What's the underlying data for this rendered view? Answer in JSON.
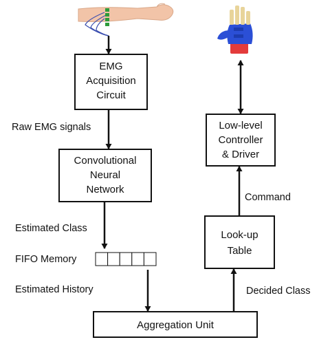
{
  "blocks": {
    "emg_circuit": {
      "lines": [
        "EMG",
        "Acquisition",
        "Circuit"
      ]
    },
    "cnn": {
      "lines": [
        "Convolutional",
        "Neural",
        "Network"
      ]
    },
    "aggregation": {
      "lines": [
        "Aggregation Unit"
      ]
    },
    "lookup": {
      "lines": [
        "Look-up",
        "Table"
      ]
    },
    "controller": {
      "lines": [
        "Low-level",
        "Controller",
        "& Driver"
      ]
    }
  },
  "labels": {
    "raw_emg": "Raw EMG signals",
    "estimated_class": "Estimated Class",
    "fifo_memory": "FIFO Memory",
    "estimated_history": "Estimated History",
    "decided_class": "Decided Class",
    "command": "Command"
  },
  "fifo": {
    "cells": 5
  },
  "colors": {
    "box_stroke": "#111111",
    "arrow": "#111111",
    "skin": "#f2c4a8",
    "electrode": "#2e9b3a",
    "electrode_wire": "#3b4fb0",
    "glove": "#2b4fd6",
    "cuff": "#e33b3b",
    "finger_tip": "#e8d49a"
  }
}
